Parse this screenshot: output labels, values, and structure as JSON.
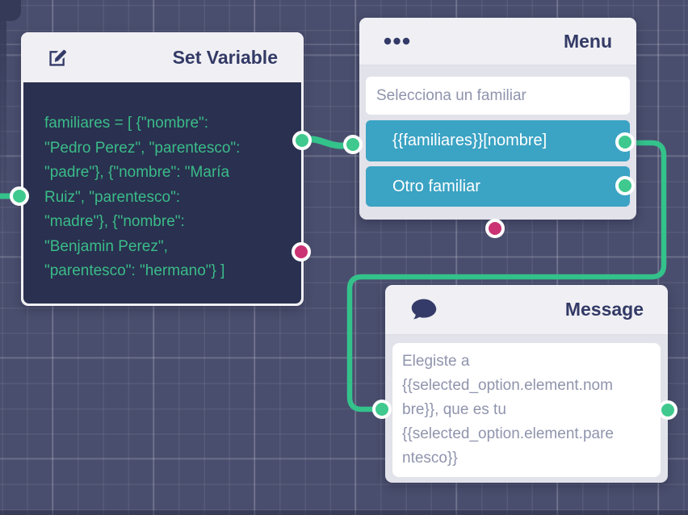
{
  "canvas": {
    "background": "#4a4e6e",
    "grid_minor_color": "rgba(255,255,255,0.07)",
    "grid_major_color": "rgba(255,255,255,0.15)"
  },
  "colors": {
    "wire_green": "#34c28b",
    "port_green": "#3fc98e",
    "port_pink": "#cb3273",
    "option_teal": "#3ba3c4",
    "code_green": "#3abc89",
    "dark_body": "#2a304f",
    "header_bg": "#f0f0f4",
    "panel_bg": "#e2e2ea",
    "title_text": "#333a66",
    "muted_text": "#8f94ad"
  },
  "nodes": {
    "set_variable": {
      "title": "Set Variable",
      "icon": "edit-icon",
      "code": "familiares = [ {\"nombre\":\n\"Pedro Perez\", \"parentesco\":\n\"padre\"}, {\"nombre\": \"María\nRuiz\", \"parentesco\":\n\"madre\"}, {\"nombre\":\n\"Benjamin Perez\",\n\"parentesco\": \"hermano\"} ]"
    },
    "menu": {
      "title": "Menu",
      "icon": "more-dots-icon",
      "question": "Selecciona un familiar",
      "options": [
        "{{familiares}}[nombre]",
        "Otro familiar"
      ]
    },
    "message": {
      "title": "Message",
      "icon": "chat-bubble-icon",
      "text": "Elegiste a\n{{selected_option.element.nom\nbre}}, que es tu\n{{selected_option.element.pare\nntesco}}"
    }
  }
}
